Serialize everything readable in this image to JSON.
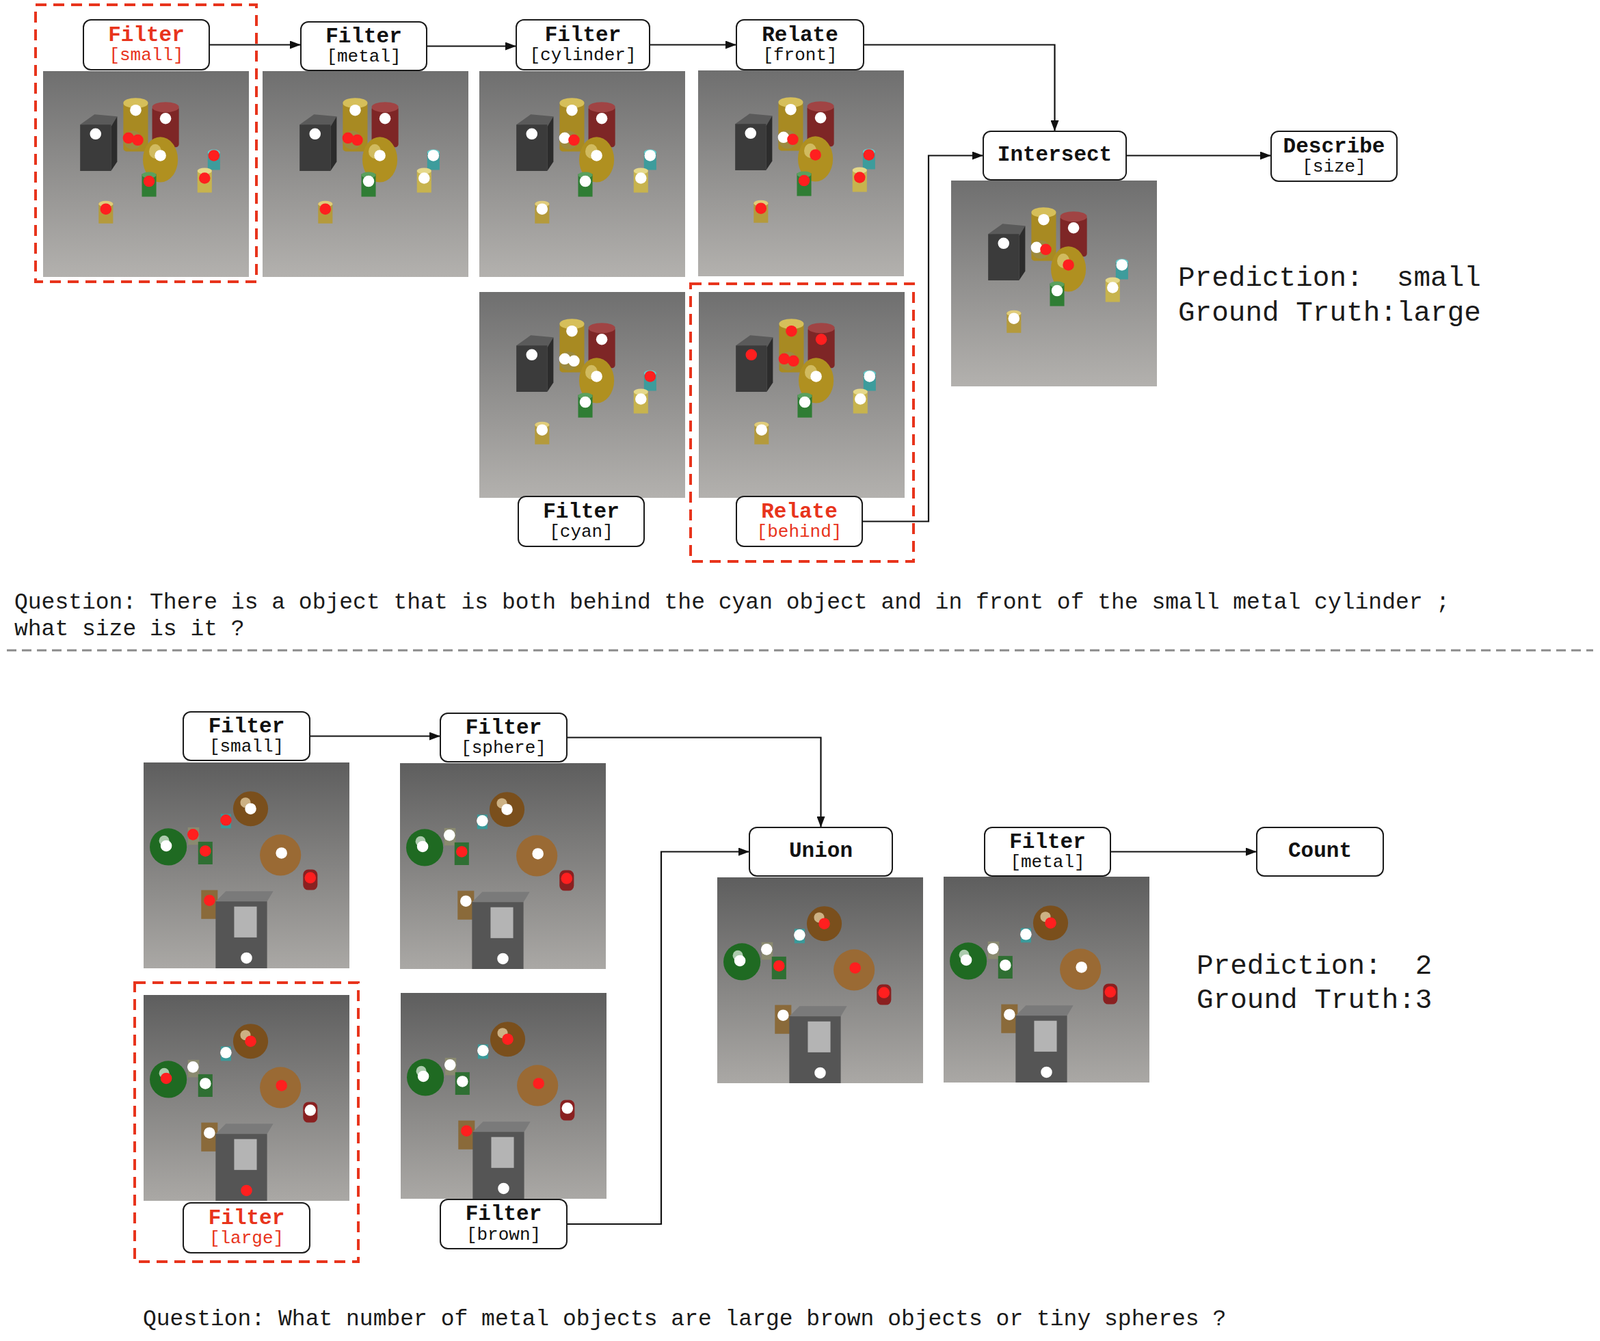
{
  "diagram": {
    "nodes": [
      {
        "text": [
          "Filter",
          "[small]"
        ]
      },
      {
        "text": [
          "Filter",
          "[metal]"
        ]
      },
      {
        "text": [
          "Filter",
          "[cylinder]"
        ]
      },
      {
        "text": [
          "Relate",
          "[front]"
        ]
      },
      {
        "text": [
          "Intersect"
        ]
      },
      {
        "text": [
          "Describe",
          "[size]"
        ]
      },
      {
        "text": [
          "Filter",
          "[cyan]"
        ]
      },
      {
        "text": [
          "Relate",
          "[behind]"
        ]
      },
      {
        "text": [
          "Filter",
          "[small]"
        ]
      },
      {
        "text": [
          "Filter",
          "[sphere]"
        ]
      },
      {
        "text": [
          "Union"
        ]
      },
      {
        "text": [
          "Filter",
          "[metal]"
        ]
      },
      {
        "text": [
          "Count"
        ]
      },
      {
        "text": [
          "Filter",
          "[large]"
        ]
      },
      {
        "text": [
          "Filter",
          "[brown]"
        ]
      }
    ],
    "edges": [
      {
        "from": 0,
        "to": 1,
        "arrow": "to"
      },
      {
        "from": 1,
        "to": 2,
        "arrow": "to"
      },
      {
        "from": 2,
        "to": 3,
        "arrow": "to"
      },
      {
        "from": 3,
        "to": 4,
        "arrow": "to"
      },
      {
        "from": 7,
        "to": 4,
        "arrow": "to"
      },
      {
        "from": 4,
        "to": 5,
        "arrow": "to"
      },
      {
        "from": 8,
        "to": 9,
        "arrow": "to"
      },
      {
        "from": 9,
        "to": 10,
        "arrow": "to"
      },
      {
        "from": 14,
        "to": 10,
        "arrow": "to"
      },
      {
        "from": 11,
        "to": 12,
        "arrow": "to"
      }
    ],
    "labels": [
      "Prediction:  small",
      "Ground Truth:large",
      "Question: There is a object that is both behind the cyan object and in front of the small metal cylinder ; what size is it ?",
      "Prediction:  2",
      "Ground Truth:3",
      "Question: What number of metal objects are large brown objects or tiny spheres ?"
    ]
  }
}
